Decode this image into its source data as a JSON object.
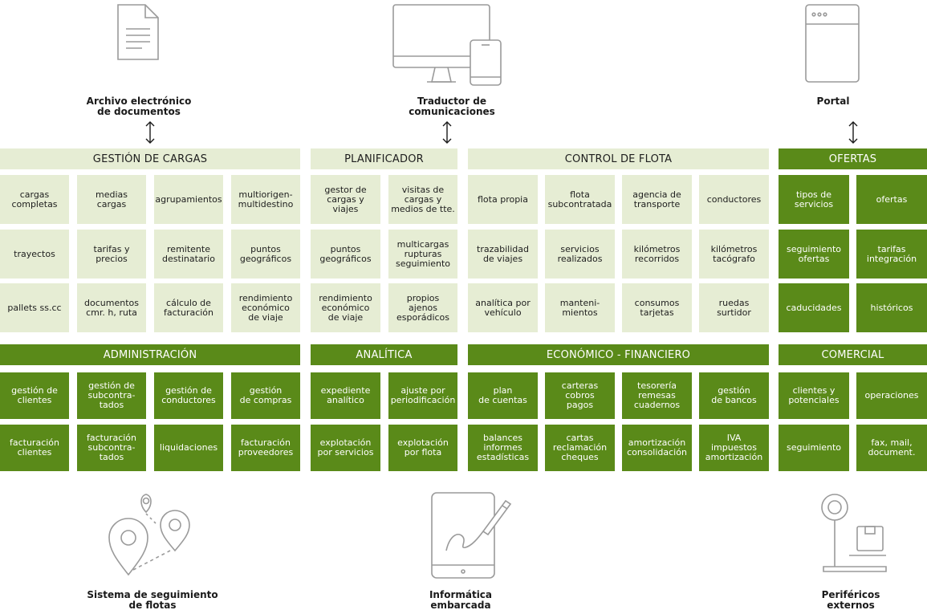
{
  "top": {
    "archivo": "Archivo electrónico\nde documentos",
    "traductor": "Traductor de\ncomunicaciones",
    "portal": "Portal"
  },
  "bottom": {
    "seguimiento": "Sistema de seguimiento\nde flotas",
    "informatica": "Informática\nembarcada",
    "perifericos": "Periféricos\nexternos"
  },
  "headers": {
    "gestion_cargas": "GESTIÓN DE CARGAS",
    "planificador": "PLANIFICADOR",
    "control_flota": "CONTROL DE FLOTA",
    "ofertas": "OFERTAS",
    "administracion": "ADMINISTRACIÓN",
    "analitica": "ANALÍTICA",
    "economico": "ECONÓMICO - FINANCIERO",
    "comercial": "COMERCIAL"
  },
  "cells": {
    "gc": [
      [
        "cargas\ncompletas",
        "medias\ncargas",
        "agrupamientos",
        "multiorigen-\nmultidestino"
      ],
      [
        "trayectos",
        "tarifas y\nprecios",
        "remitente\ndestinatario",
        "puntos\ngeográficos"
      ],
      [
        "pallets ss.cc",
        "documentos\ncmr. h, ruta",
        "cálculo de\nfacturación",
        "rendimiento\neconómico\nde viaje"
      ]
    ],
    "pl": [
      [
        "gestor de\ncargas y\nviajes",
        "visitas de\ncargas y\nmedios de tte."
      ],
      [
        "puntos\ngeográficos",
        "multicargas\nrupturas\nseguimiento"
      ],
      [
        "rendimiento\neconómico\nde viaje",
        "propios\najenos\nesporádicos"
      ]
    ],
    "cf": [
      [
        "flota propia",
        "flota\nsubcontratada",
        "agencia de\ntransporte",
        "conductores"
      ],
      [
        "trazabilidad\nde viajes",
        "servicios\nrealizados",
        "kilómetros\nrecorridos",
        "kilómetros\ntacógrafo"
      ],
      [
        "analítica por\nvehículo",
        "manteni-\nmientos",
        "consumos\ntarjetas",
        "ruedas\nsurtidor"
      ]
    ],
    "of": [
      [
        "tipos de\nservicios",
        "ofertas"
      ],
      [
        "seguimiento\nofertas",
        "tarifas\nintegración"
      ],
      [
        "caducidades",
        "históricos"
      ]
    ],
    "ad": [
      [
        "gestión de\nclientes",
        "gestión de\nsubcontra-\ntados",
        "gestión de\nconductores",
        "gestión\nde compras"
      ],
      [
        "facturación\nclientes",
        "facturación\nsubcontra-\ntados",
        "liquidaciones",
        "facturación\nproveedores"
      ]
    ],
    "an": [
      [
        "expediente\nanalítico",
        "ajuste por\nperiodificación"
      ],
      [
        "explotación\npor servicios",
        "explotación\npor flota"
      ]
    ],
    "ec": [
      [
        "plan\nde cuentas",
        "carteras\ncobros\npagos",
        "tesorería\nremesas\ncuadernos",
        "gestión\nde bancos"
      ],
      [
        "balances\ninformes\nestadísticas",
        "cartas\nreclamación\ncheques",
        "amortización\nconsolidación",
        "IVA\nimpuestos\namortización"
      ]
    ],
    "co": [
      [
        "clientes y\npotenciales",
        "operaciones"
      ],
      [
        "seguimiento",
        "fax, mail,\ndocument."
      ]
    ]
  },
  "colors": {
    "light": "#e6edd4",
    "dark": "#5a8a19",
    "icon": "#9a9a9a"
  },
  "icons": {
    "archivo": "document-icon",
    "traductor": "monitor-phone-icon",
    "portal": "browser-window-icon",
    "seguimiento": "map-pins-icon",
    "informatica": "tablet-pen-icon",
    "perifericos": "scale-icon"
  }
}
